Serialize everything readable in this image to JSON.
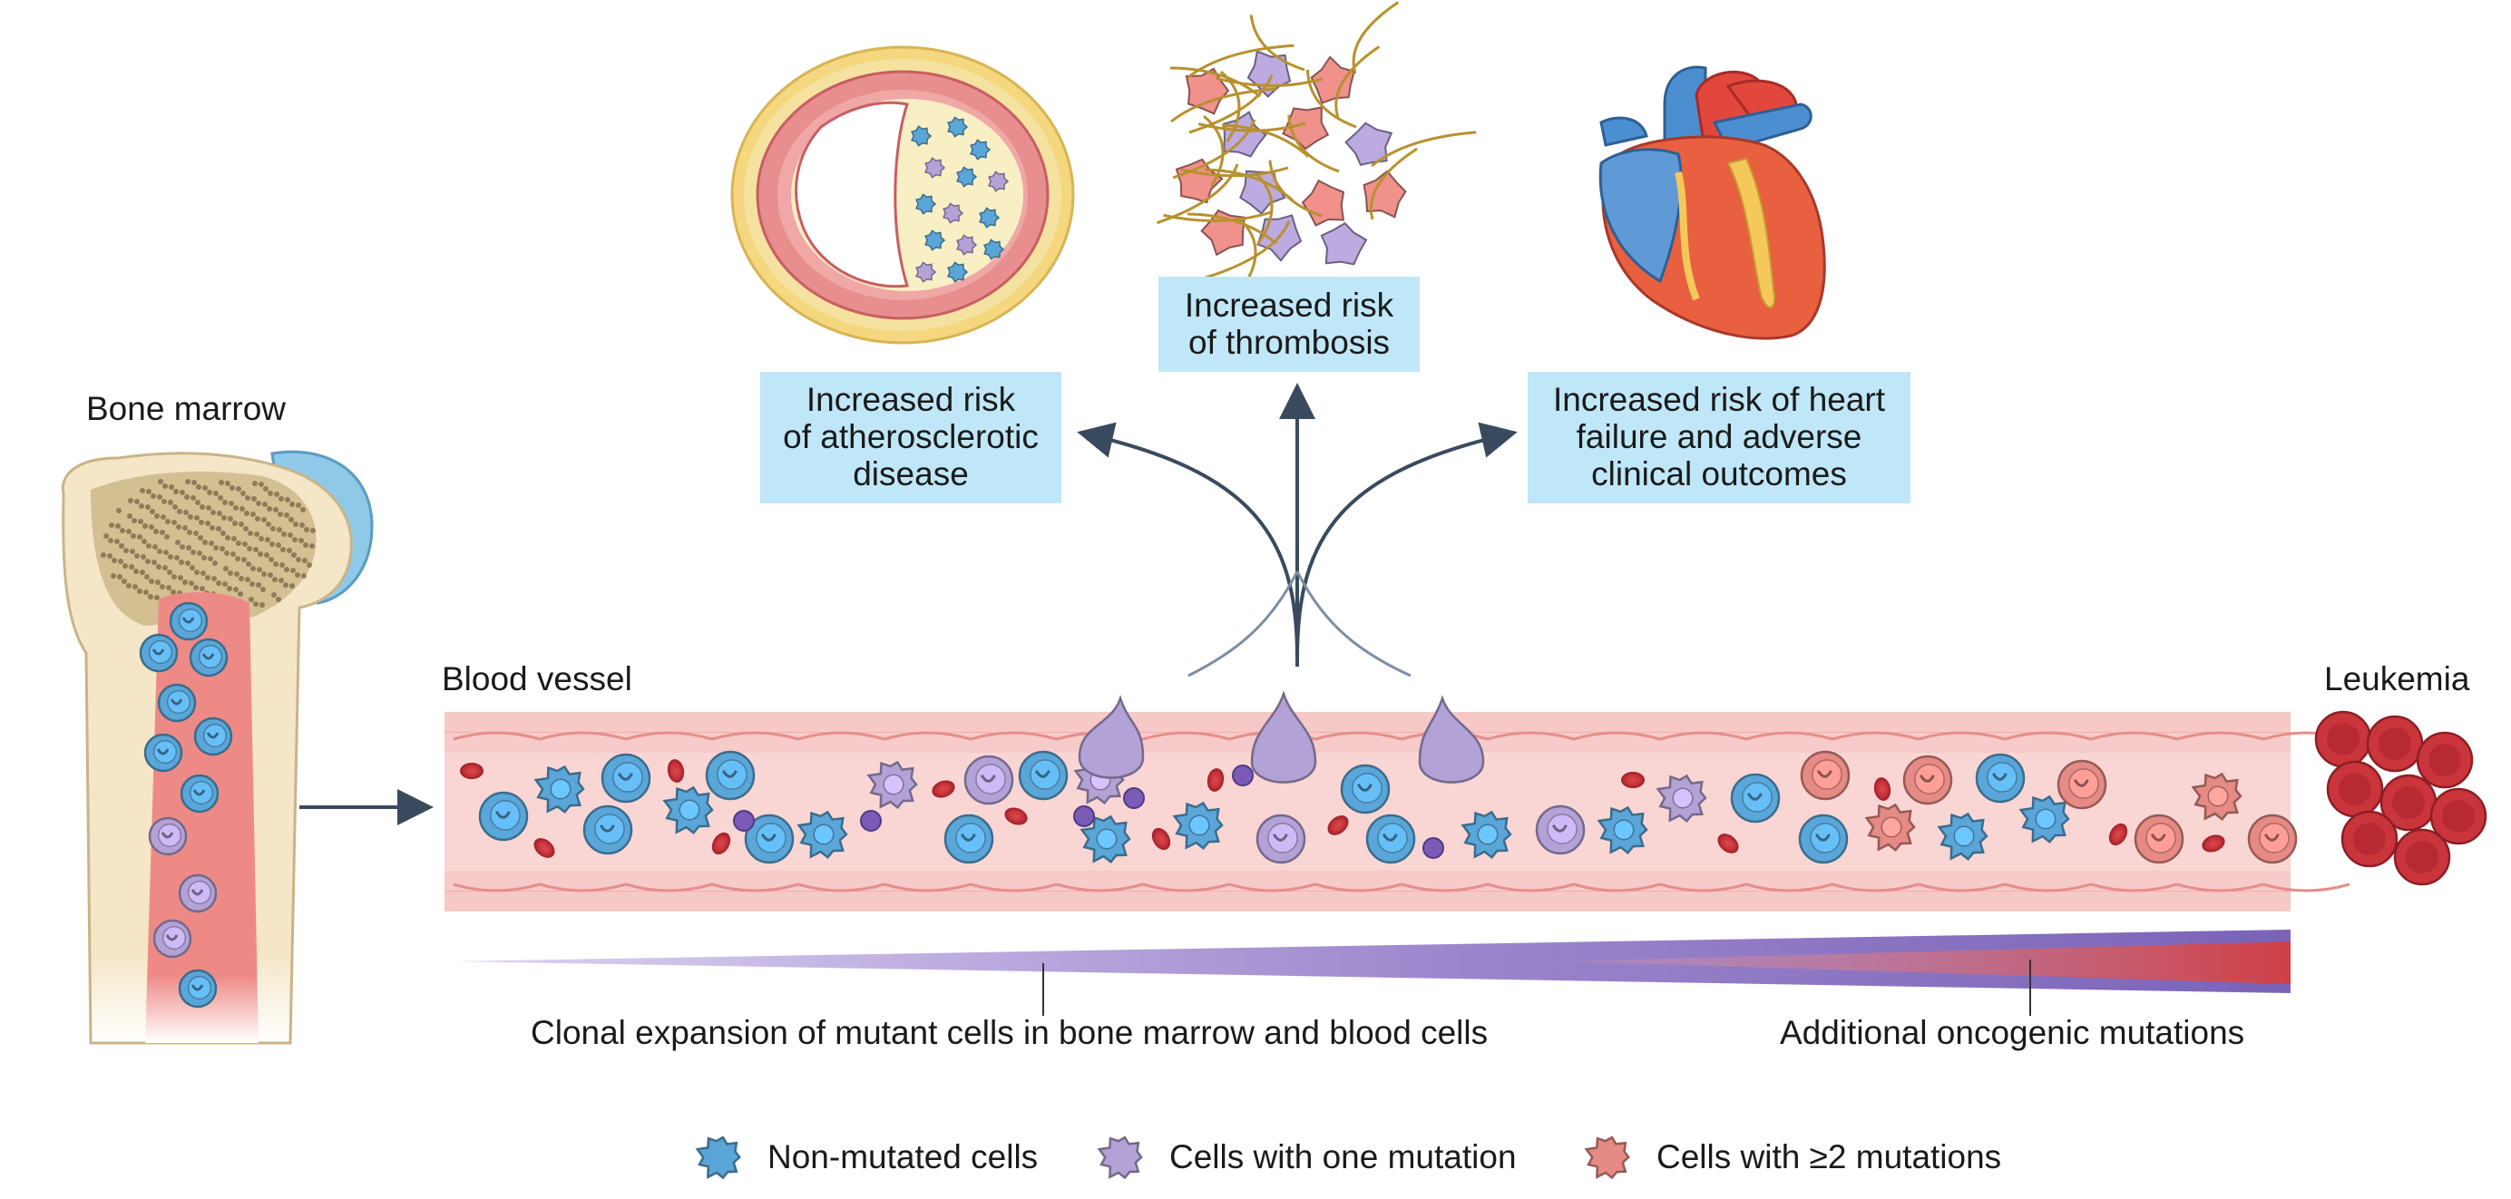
{
  "labels": {
    "bone_marrow": "Bone marrow",
    "blood_vessel": "Blood vessel",
    "leukemia": "Leukemia",
    "clonal_expansion": "Clonal expansion of mutant cells in bone marrow and blood cells",
    "additional_mutations": "Additional oncogenic mutations"
  },
  "outcomes": {
    "atherosclerotic": [
      "Increased risk",
      "of atherosclerotic",
      "disease"
    ],
    "thrombosis": [
      "Increased risk",
      "of thrombosis"
    ],
    "heart_failure": [
      "Increased risk of heart",
      "failure and adverse",
      "clinical outcomes"
    ]
  },
  "legend": [
    {
      "label": "Non-mutated cells",
      "color": "#5aa6d8"
    },
    {
      "label": "Cells with one mutation",
      "color": "#b3a2d6"
    },
    {
      "label": "Cells with ≥2 mutations",
      "color": "#e58a84"
    }
  ],
  "colors": {
    "box_fill": "#bfe7f8",
    "arrow": "#3a4a5e",
    "vessel_wall": "#f2a3a3",
    "blood_red": "#c9353b",
    "gradient_start": "#c9b9e6",
    "gradient_mid": "#8f79c2",
    "gradient_end": "#cf3f45"
  }
}
